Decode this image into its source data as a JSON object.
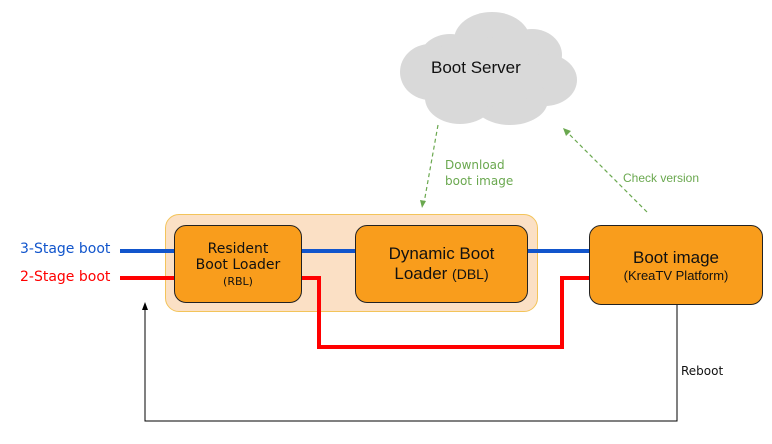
{
  "cloud": {
    "label": "Boot Server",
    "color": "#d9d9d9"
  },
  "inputs": {
    "three_stage": {
      "label": "3-Stage boot",
      "color": "#1155cc"
    },
    "two_stage": {
      "label": "2-Stage boot",
      "color": "#ff0000"
    }
  },
  "boxes": {
    "rbl": {
      "line1": "Resident",
      "line2": "Boot Loader",
      "line3": "(RBL)"
    },
    "dbl": {
      "line1": "Dynamic Boot",
      "line2": "Loader",
      "line2b": "(DBL)"
    },
    "boot_image": {
      "line1": "Boot image",
      "line2": "(KreaTV Platform)"
    }
  },
  "arrows": {
    "download": {
      "line1": "Download",
      "line2": "boot image",
      "color": "#6aa84f"
    },
    "check_version": {
      "label": "Check version",
      "color": "#6aa84f"
    },
    "reboot": {
      "label": "Reboot"
    }
  },
  "colors": {
    "box_fill": "#f99d1c",
    "group_fill": "#fbe0c5",
    "group_border": "#f3c45a"
  }
}
